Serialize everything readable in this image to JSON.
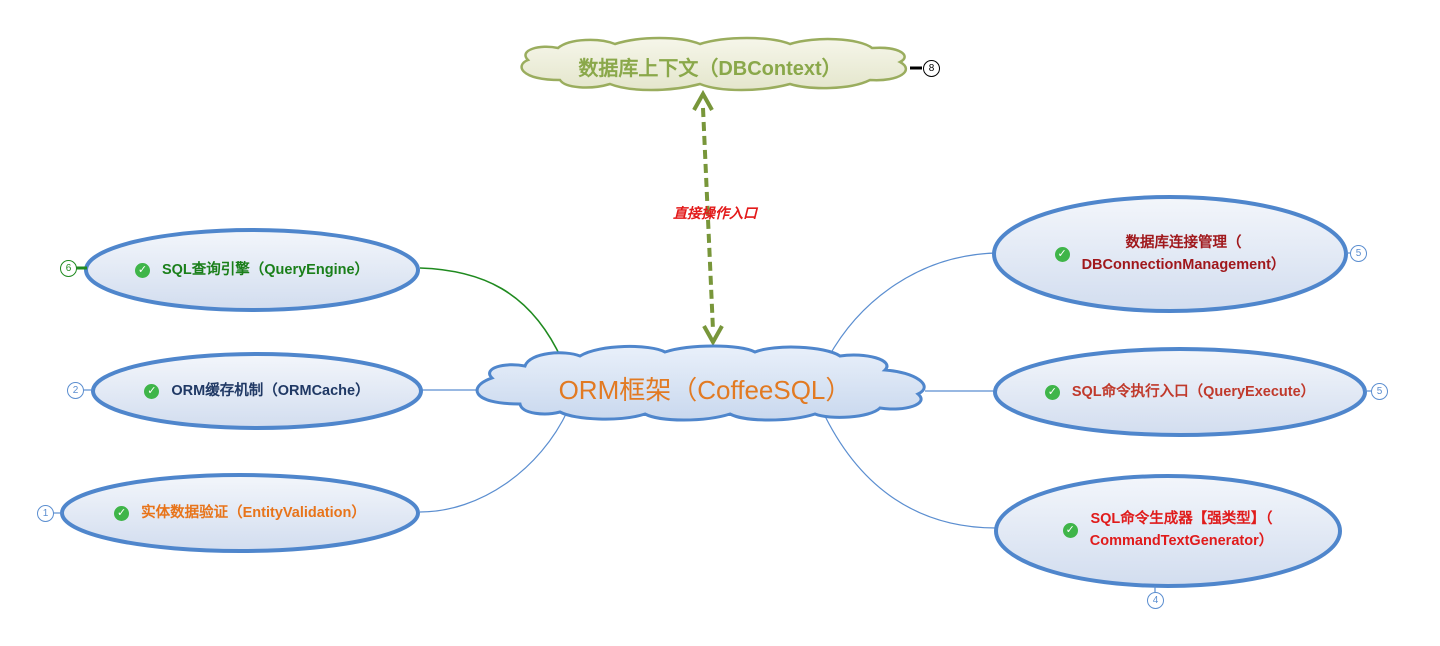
{
  "colors": {
    "branch_blue": "#5b8ed0",
    "branch_green": "#1f8a1f",
    "relation": "#78963a",
    "ellipse_fill": "#dbe5f3",
    "check": "#3fb549"
  },
  "center": {
    "label": "ORM框架（CoffeeSQL）"
  },
  "context": {
    "label": "数据库上下文（DBContext）",
    "badge": "8"
  },
  "relation": {
    "label": "直接操作入口"
  },
  "left_nodes": [
    {
      "label": "SQL查询引擎（QueryEngine）",
      "badge": "6",
      "color": "#1a7f1a",
      "icon": "check-icon"
    },
    {
      "label": "ORM缓存机制（ORMCache）",
      "badge": "2",
      "color": "#1f3864",
      "icon": "check-icon"
    },
    {
      "label": "实体数据验证（EntityValidation）",
      "badge": "1",
      "color": "#e8741a",
      "icon": "check-icon"
    }
  ],
  "right_nodes": [
    {
      "label_line1": "数据库连接管理（",
      "label_line2": "DBConnectionManagement）",
      "badge": "5",
      "color": "#a0181c",
      "icon": "check-icon"
    },
    {
      "label_line1": "SQL命令执行入口（QueryExecute）",
      "badge": "5",
      "color": "#c0392b",
      "icon": "check-icon"
    },
    {
      "label_line1": "SQL命令生成器【强类型】（",
      "label_line2": "CommandTextGenerator）",
      "badge": "4",
      "color": "#e01b1b",
      "icon": "check-icon"
    }
  ]
}
